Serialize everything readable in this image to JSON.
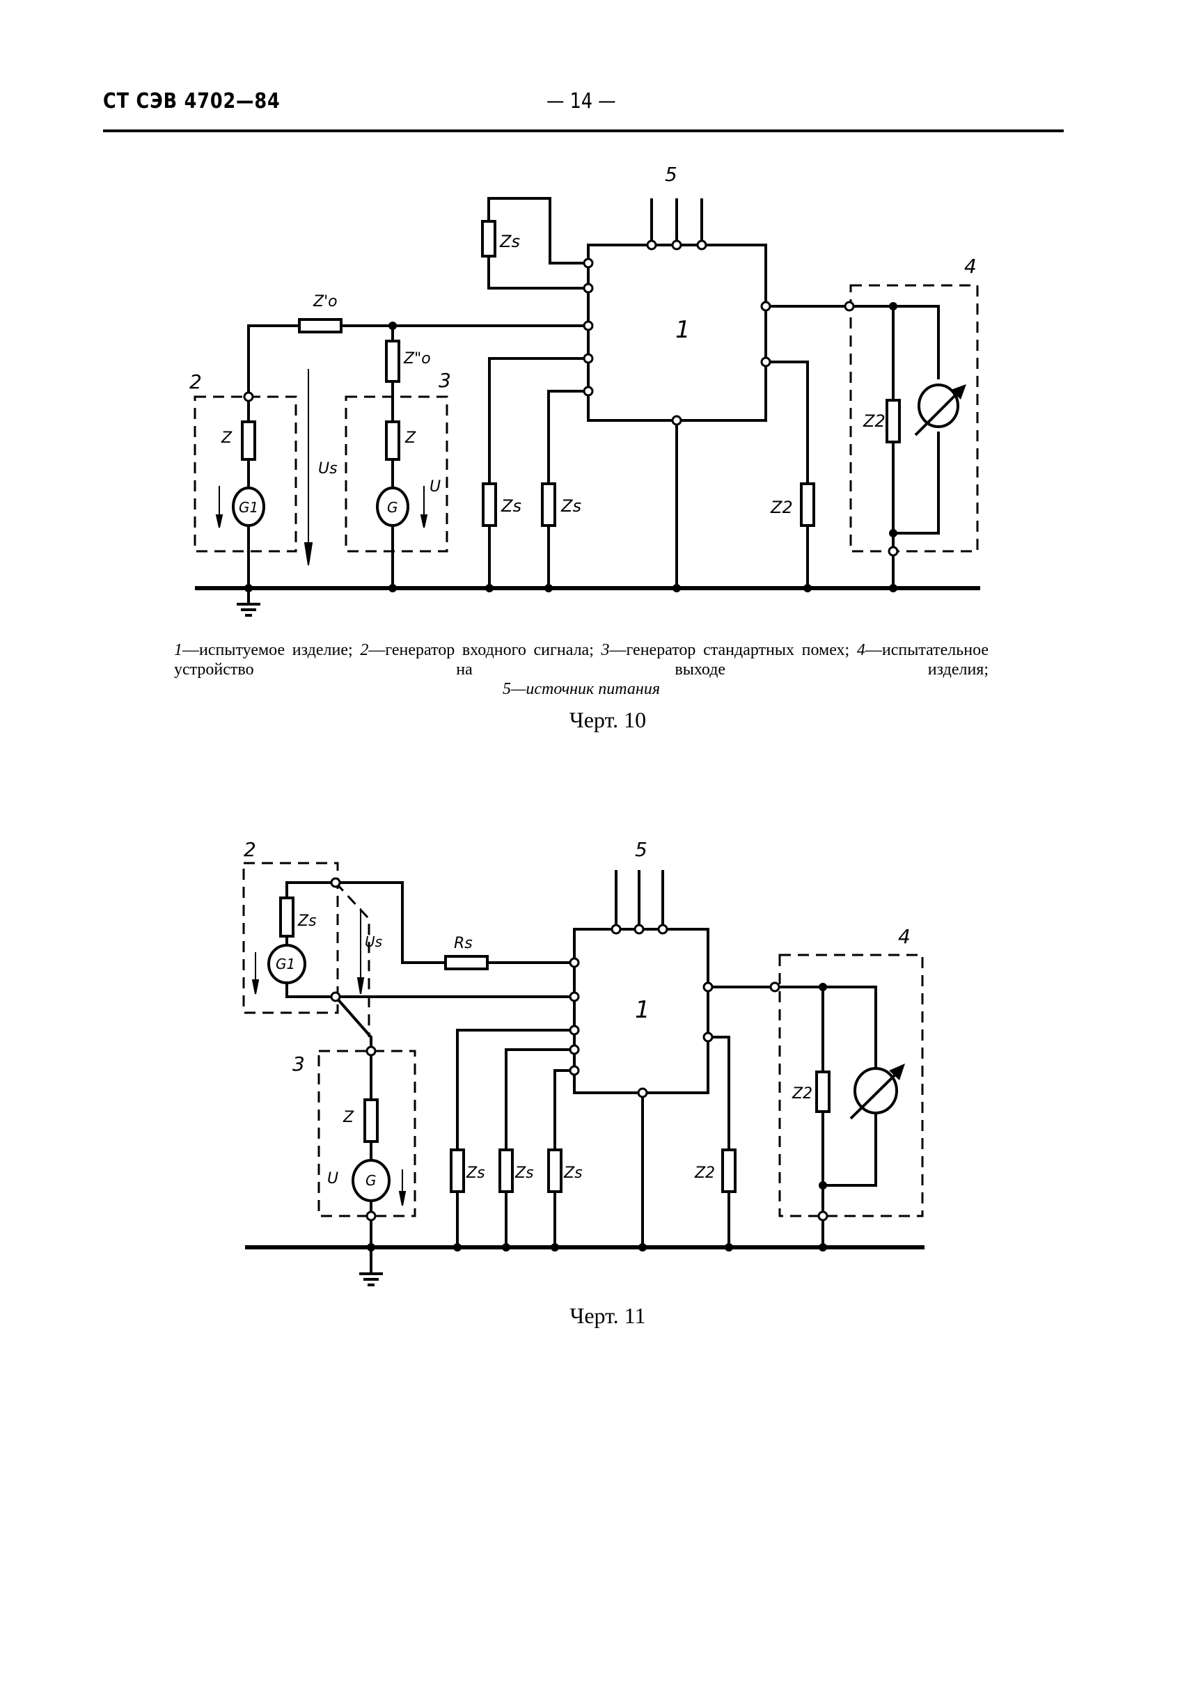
{
  "header": {
    "standard_code": "СТ СЭВ 4702—84",
    "page_number": "— 14 —"
  },
  "figure_10": {
    "caption": "Черт. 10",
    "labels": {
      "block_1": "1",
      "label_2": "2",
      "label_3": "3",
      "label_4": "4",
      "label_5": "5",
      "zs_top": "Zs",
      "zo_prime": "Z'o",
      "zo_double_prime": "Z\"o",
      "z_gen2": "Z",
      "z_gen3": "Z",
      "g1": "G1",
      "g": "G",
      "us": "Us",
      "u": "U",
      "zs_bottom_1": "Zs",
      "zs_bottom_2": "Zs",
      "z2_out": "Z2",
      "z2_device": "Z2"
    },
    "legend": [
      {
        "num": "1",
        "text": "—испытуемое изделие;"
      },
      {
        "num": "2",
        "text": "—генератор входного сигнала;"
      },
      {
        "num": "3",
        "text": "—генератор стандартных помех;"
      },
      {
        "num": "4",
        "text": "—испытательное устройство на выходе изделия;"
      },
      {
        "num": "5",
        "text": "—источник питания"
      }
    ]
  },
  "figure_11": {
    "caption": "Черт. 11",
    "labels": {
      "block_1": "1",
      "label_2": "2",
      "label_3": "3",
      "label_4": "4",
      "label_5": "5",
      "zs_gen2": "Zs",
      "g1": "G1",
      "us": "Us",
      "rs": "Rs",
      "z_gen3": "Z",
      "g": "G",
      "u": "U",
      "zs_bottom_1": "Zs",
      "zs_bottom_2": "Zs",
      "zs_bottom_3": "Zs",
      "z2_out": "Z2",
      "z2_device": "Z2"
    }
  }
}
